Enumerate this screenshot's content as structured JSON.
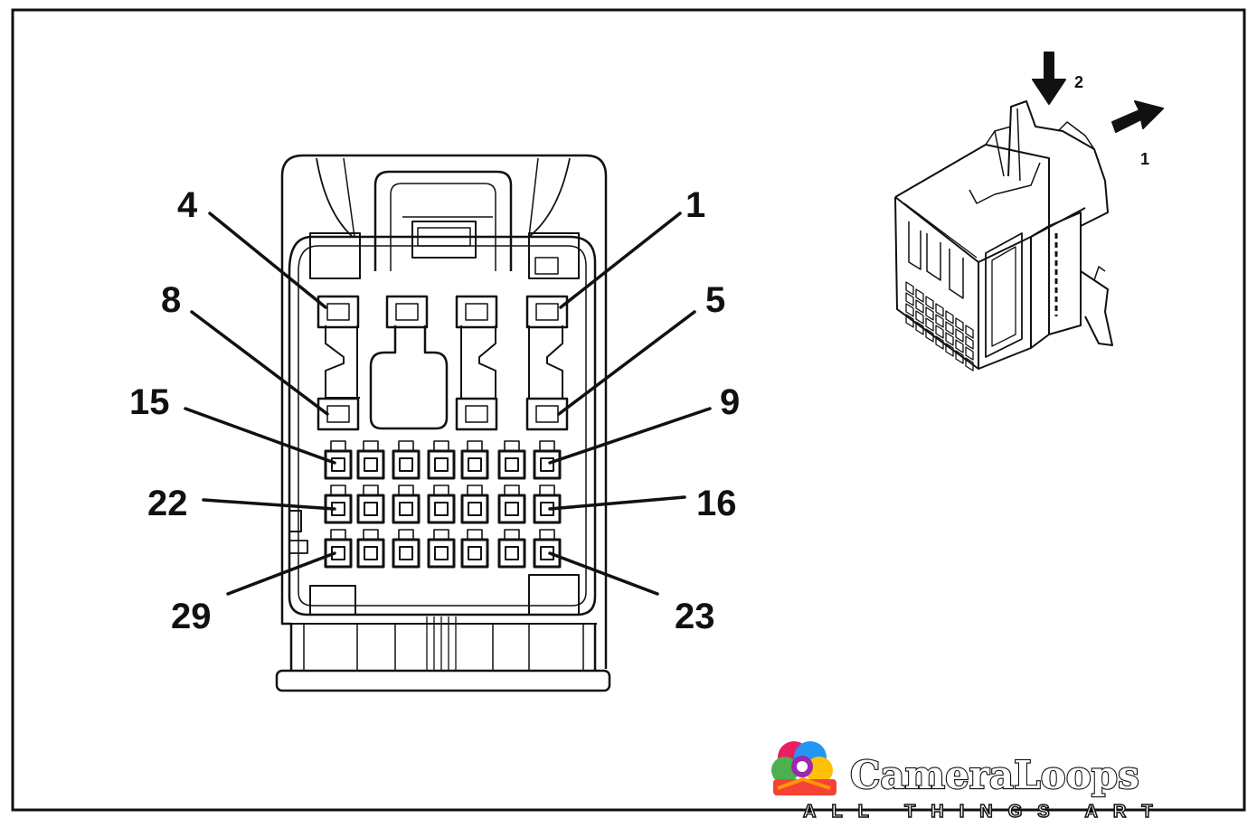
{
  "pin_labels": {
    "p4": "4",
    "p1": "1",
    "p8": "8",
    "p5": "5",
    "p15": "15",
    "p9": "9",
    "p22": "22",
    "p16": "16",
    "p29": "29",
    "p23": "23"
  },
  "iso_view": {
    "arrow_2": "2",
    "arrow_1": "1"
  },
  "watermark": {
    "brand": "CameraLoops",
    "tagline": "ALL THINGS ART"
  },
  "colors": {
    "line": "#111111",
    "background": "#ffffff",
    "logo_outline": "#111111",
    "logo_fill": "#ffffff"
  }
}
